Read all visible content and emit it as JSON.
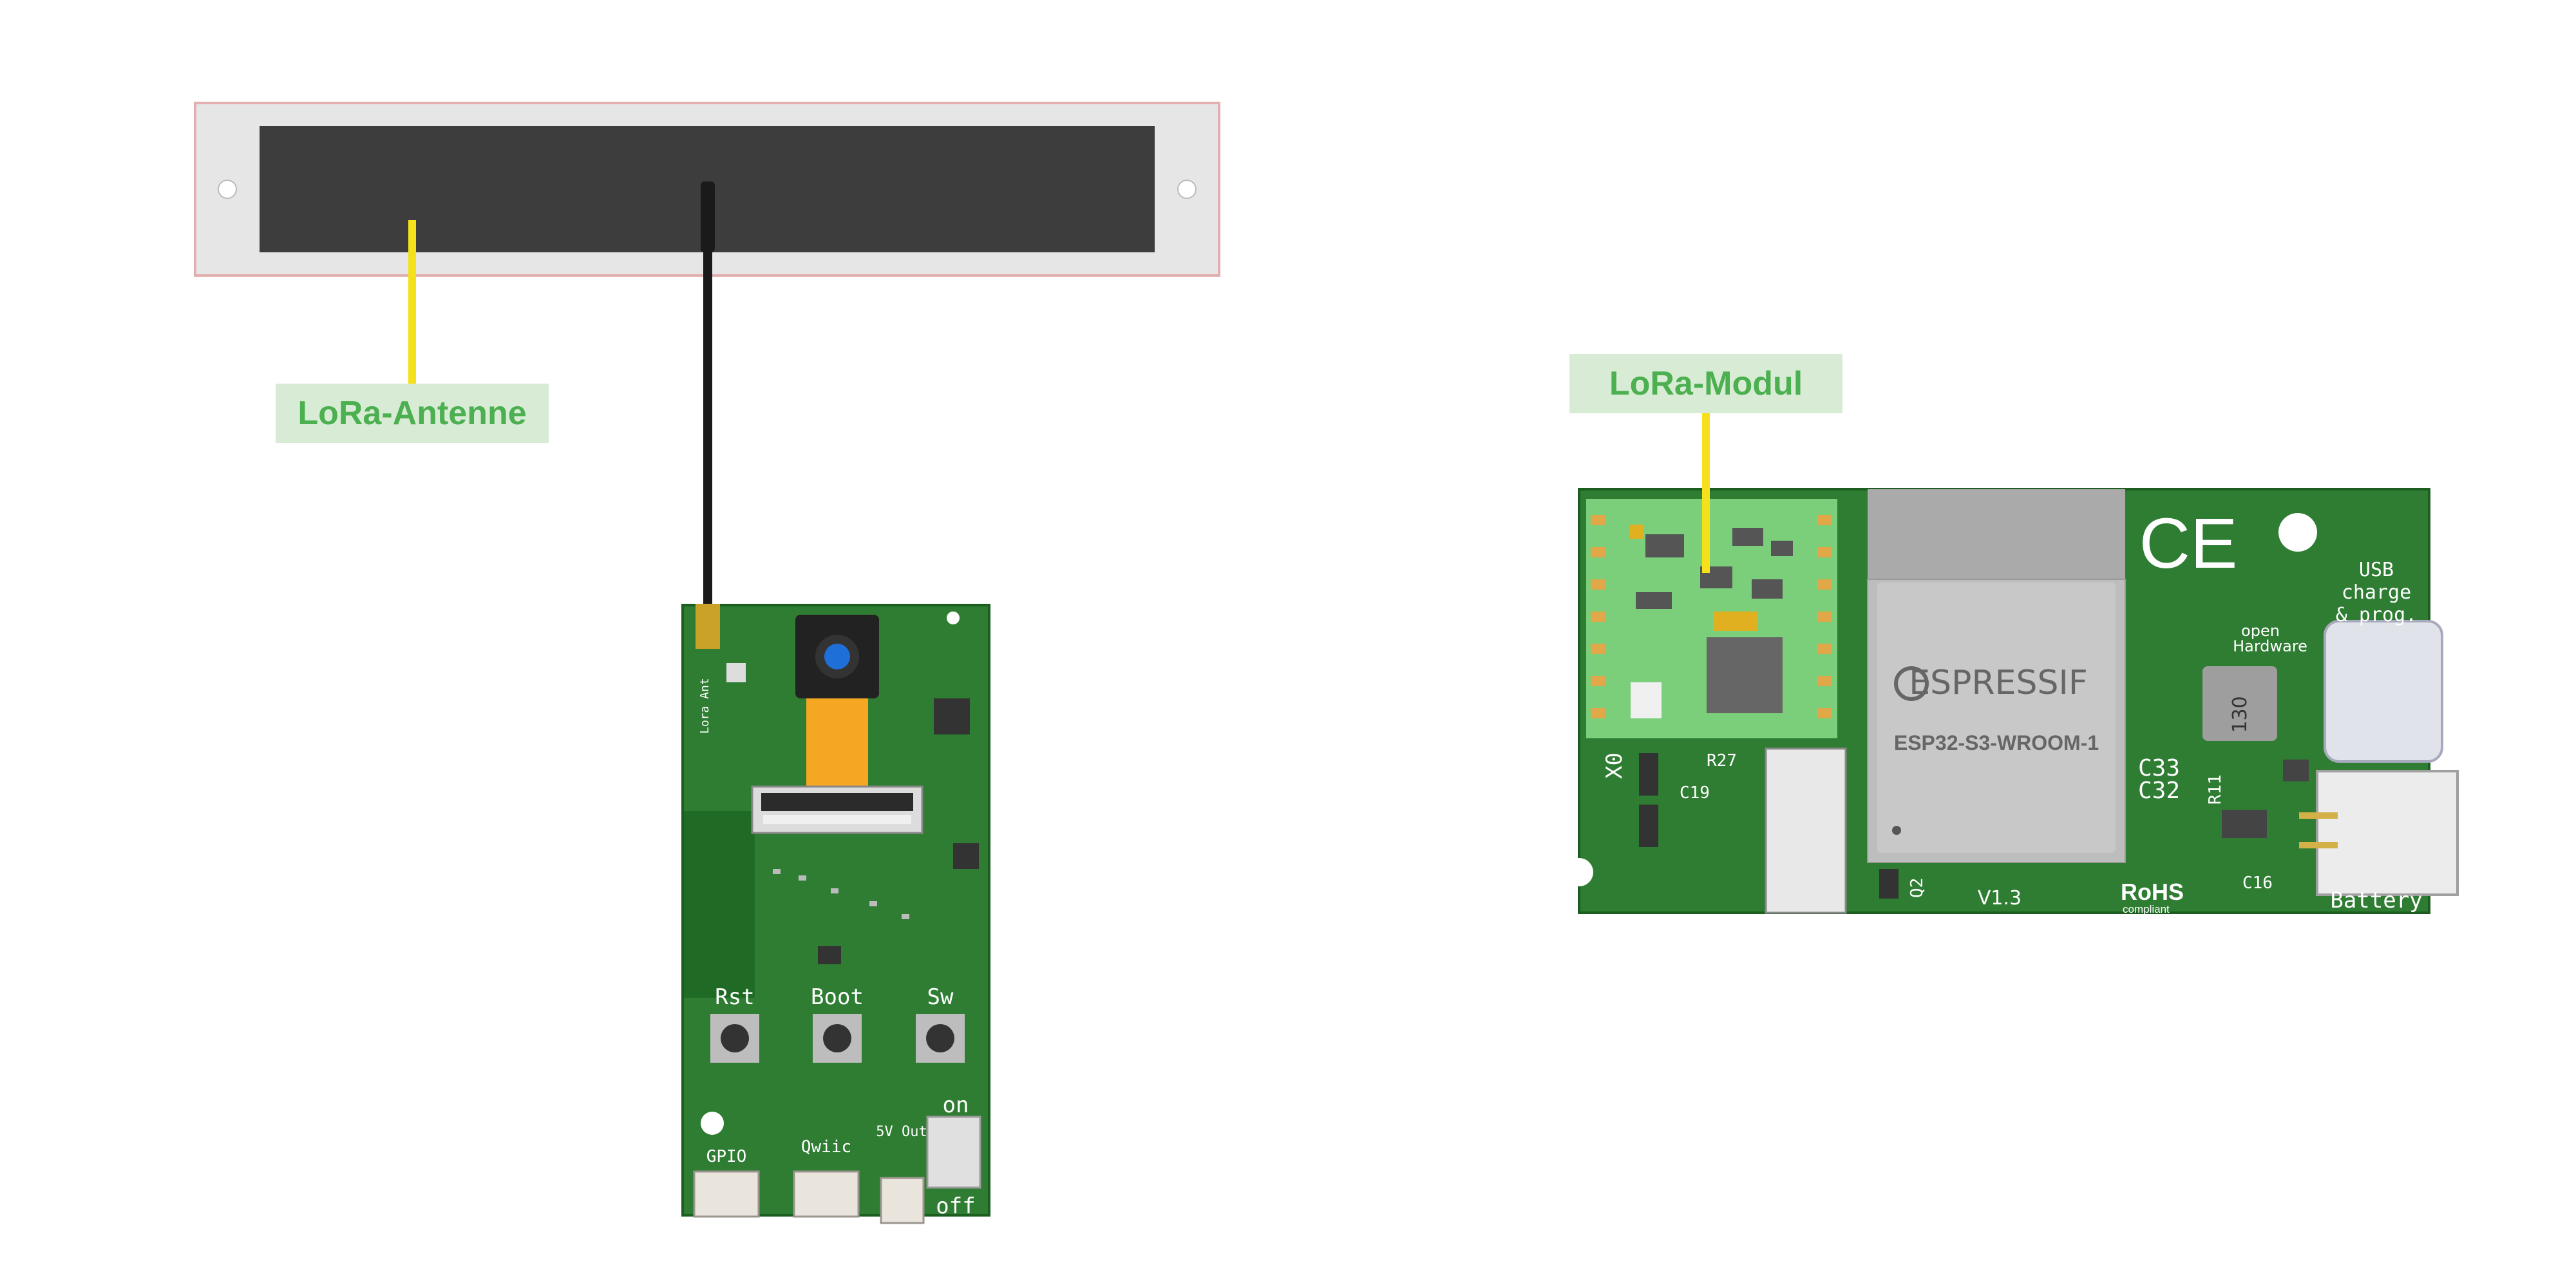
{
  "callouts": {
    "antenna": "LoRa-Antenne",
    "module": "LoRa-Modul"
  },
  "camera_board": {
    "buttons": [
      "Rst",
      "Boot",
      "Sw"
    ],
    "connectors": [
      "GPIO",
      "Qwiic",
      "5V Out"
    ],
    "switch_on": "on",
    "switch_off": "off",
    "antenna_connector": "Lora Ant"
  },
  "main_board": {
    "chip_brand": "ESPRESSIF",
    "chip_model": "ESP32-S3-WROOM-1",
    "ce_mark": "CE",
    "usb_label": [
      "USB",
      "charge",
      "& prog."
    ],
    "open_hardware": [
      "open",
      "Hardware"
    ],
    "battery_label": "Battery",
    "rohs": "RoHS",
    "rohs_sub": "compliant",
    "version": "V1.3",
    "inductor_marking": "130",
    "silkscreen": [
      "R27",
      "C19",
      "C32",
      "C33",
      "C16",
      "R11",
      "X0",
      "Q2"
    ]
  },
  "colors": {
    "pcb": "#2e7d32",
    "lora_module": "#7ccf7a",
    "antenna": "#3d3d3d",
    "callout_bg": "#d8ecd5",
    "callout_text": "#4caf50",
    "leader": "#f5e11b"
  }
}
